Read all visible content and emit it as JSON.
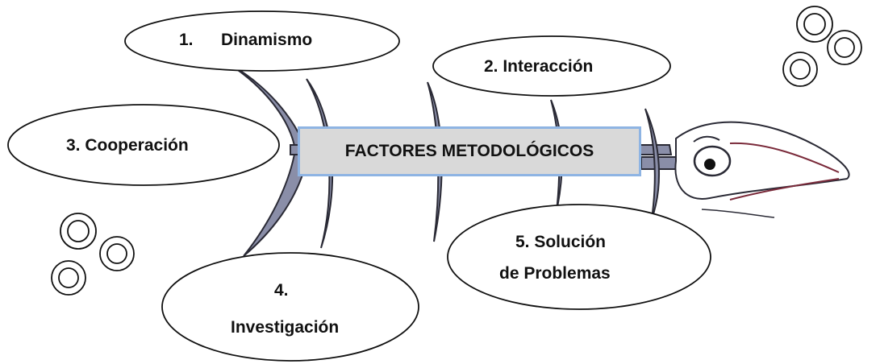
{
  "diagram": {
    "center_label": "FACTORES METODOLÓGICOS",
    "factors": {
      "f1": {
        "number": "1.",
        "text": "Dinamismo"
      },
      "f2": {
        "text": "2. Interacción"
      },
      "f3": {
        "text": "3. Cooperación"
      },
      "f4": {
        "line1": "4.",
        "line2": "Investigación"
      },
      "f5": {
        "line1": "5. Solución",
        "line2": "de Problemas"
      }
    },
    "colors": {
      "bone": "#8a8ea8",
      "bone_stroke": "#2a2a35",
      "box_fill": "#d9d9d9",
      "box_border": "#8eb4e3",
      "fish_mouth": "#7a2a3a"
    }
  }
}
